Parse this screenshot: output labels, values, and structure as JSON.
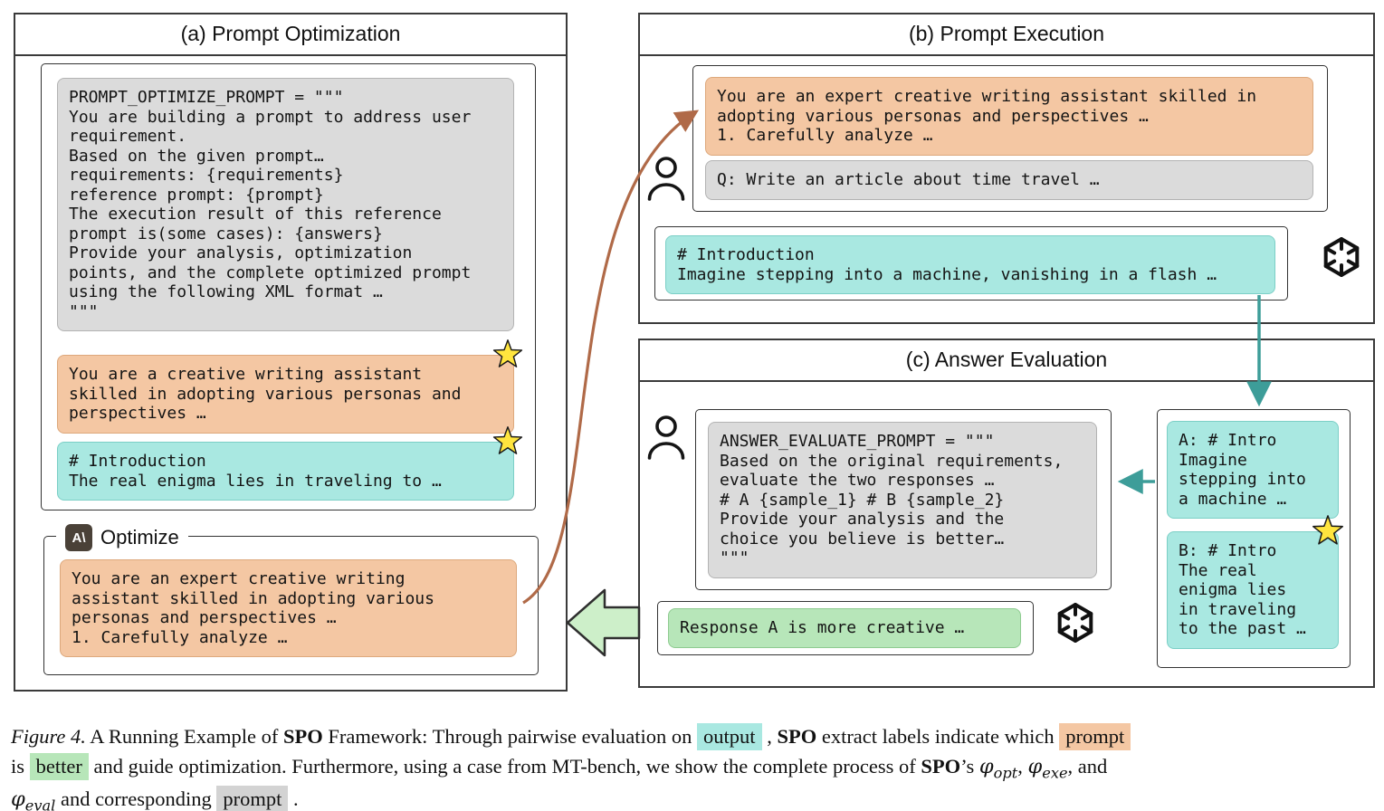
{
  "colors": {
    "box_orange": "#f4c7a3",
    "box_teal": "#a9e8e1",
    "box_gray": "#dbdbdb",
    "box_green": "#b7e6b9",
    "arrow_orange": "#b06a48",
    "arrow_teal": "#3d9d99",
    "green_arrow_fill": "#cdefc9",
    "star_yellow": "#ffe53e",
    "panel_border": "#3a3a3a"
  },
  "icons": {
    "user": "person-outline",
    "llm": "openai-logo",
    "optimizer": "anthropic-logo",
    "star": "gold-star",
    "feedback": "left-block-arrow"
  },
  "panel_a": {
    "title": "(a) Prompt Optimization",
    "optimize_prompt_code": "PROMPT_OPTIMIZE_PROMPT = \"\"\"\nYou are building a prompt to address user\nrequirement.\nBased on the given prompt…\nrequirements: {requirements}\nreference prompt: {prompt}\nThe execution result of this reference\nprompt is(some cases): {answers}\nProvide your analysis, optimization\npoints, and the complete optimized prompt\nusing the following XML format …\n\"\"\"",
    "initial_prompt": "You are a creative writing assistant\nskilled in adopting various personas and\nperspectives …",
    "initial_output": "# Introduction\nThe real enigma lies in traveling to …",
    "optimize_label": "Optimize",
    "optimizer_glyph": "A\\",
    "optimized_prompt": "You are an expert creative writing\nassistant skilled in adopting various\npersonas and perspectives …\n1. Carefully analyze …"
  },
  "panel_b": {
    "title": "(b) Prompt Execution",
    "prompt": "You are an expert creative writing assistant skilled in\nadopting various personas and perspectives …\n1. Carefully analyze …",
    "question": "Q: Write an article about time travel …",
    "output": "# Introduction\nImagine stepping into a machine, vanishing in a flash …"
  },
  "panel_c": {
    "title": "(c) Answer Evaluation",
    "evaluate_prompt_code": "ANSWER_EVALUATE_PROMPT = \"\"\"\nBased on the original requirements,\nevaluate the two responses …\n# A {sample_1} # B {sample_2}\nProvide your analysis and the\nchoice you believe is better…\n\"\"\"",
    "sample_a": "A: # Intro\nImagine\nstepping into\na machine …",
    "sample_b": "B: # Intro\nThe real\nenigma lies\nin traveling\nto the past …",
    "evaluation_result": "Response A is more creative …"
  },
  "caption": {
    "segments": [
      {
        "t": "Figure 4.",
        "cls": "seg seg-italic"
      },
      {
        "t": " A Running Example of ",
        "cls": "seg"
      },
      {
        "t": "SPO",
        "cls": "seg seg-bold"
      },
      {
        "t": " Framework: Through pairwise evaluation on ",
        "cls": "seg"
      },
      {
        "t": "output",
        "cls": "seg hl hl-teal"
      },
      {
        "t": " , ",
        "cls": "seg"
      },
      {
        "t": "SPO",
        "cls": "seg seg-bold"
      },
      {
        "t": " extract labels indicate which ",
        "cls": "seg"
      },
      {
        "t": "prompt",
        "cls": "seg hl hl-orange"
      },
      {
        "t": "is ",
        "cls": "seg"
      },
      {
        "t": "better",
        "cls": "seg hl hl-green"
      },
      {
        "t": " and guide optimization. Furthermore, using a case from MT-bench, we show the complete process of ",
        "cls": "seg"
      },
      {
        "t": "SPO",
        "cls": "seg seg-bold"
      },
      {
        "t": "’s ",
        "cls": "seg"
      },
      {
        "t": "φ",
        "cls": "seg seg-math"
      },
      {
        "t": "opt",
        "cls": "seg seg-sub"
      },
      {
        "t": ", ",
        "cls": "seg"
      },
      {
        "t": "φ",
        "cls": "seg seg-math"
      },
      {
        "t": "exe",
        "cls": "seg seg-sub"
      },
      {
        "t": ", and ",
        "cls": "seg"
      },
      {
        "t": "φ",
        "cls": "seg seg-math"
      },
      {
        "t": "eval",
        "cls": "seg seg-sub"
      },
      {
        "t": " and corresponding ",
        "cls": "seg"
      },
      {
        "t": "prompt",
        "cls": "seg hl hl-gray"
      },
      {
        "t": " .",
        "cls": "seg"
      }
    ]
  }
}
